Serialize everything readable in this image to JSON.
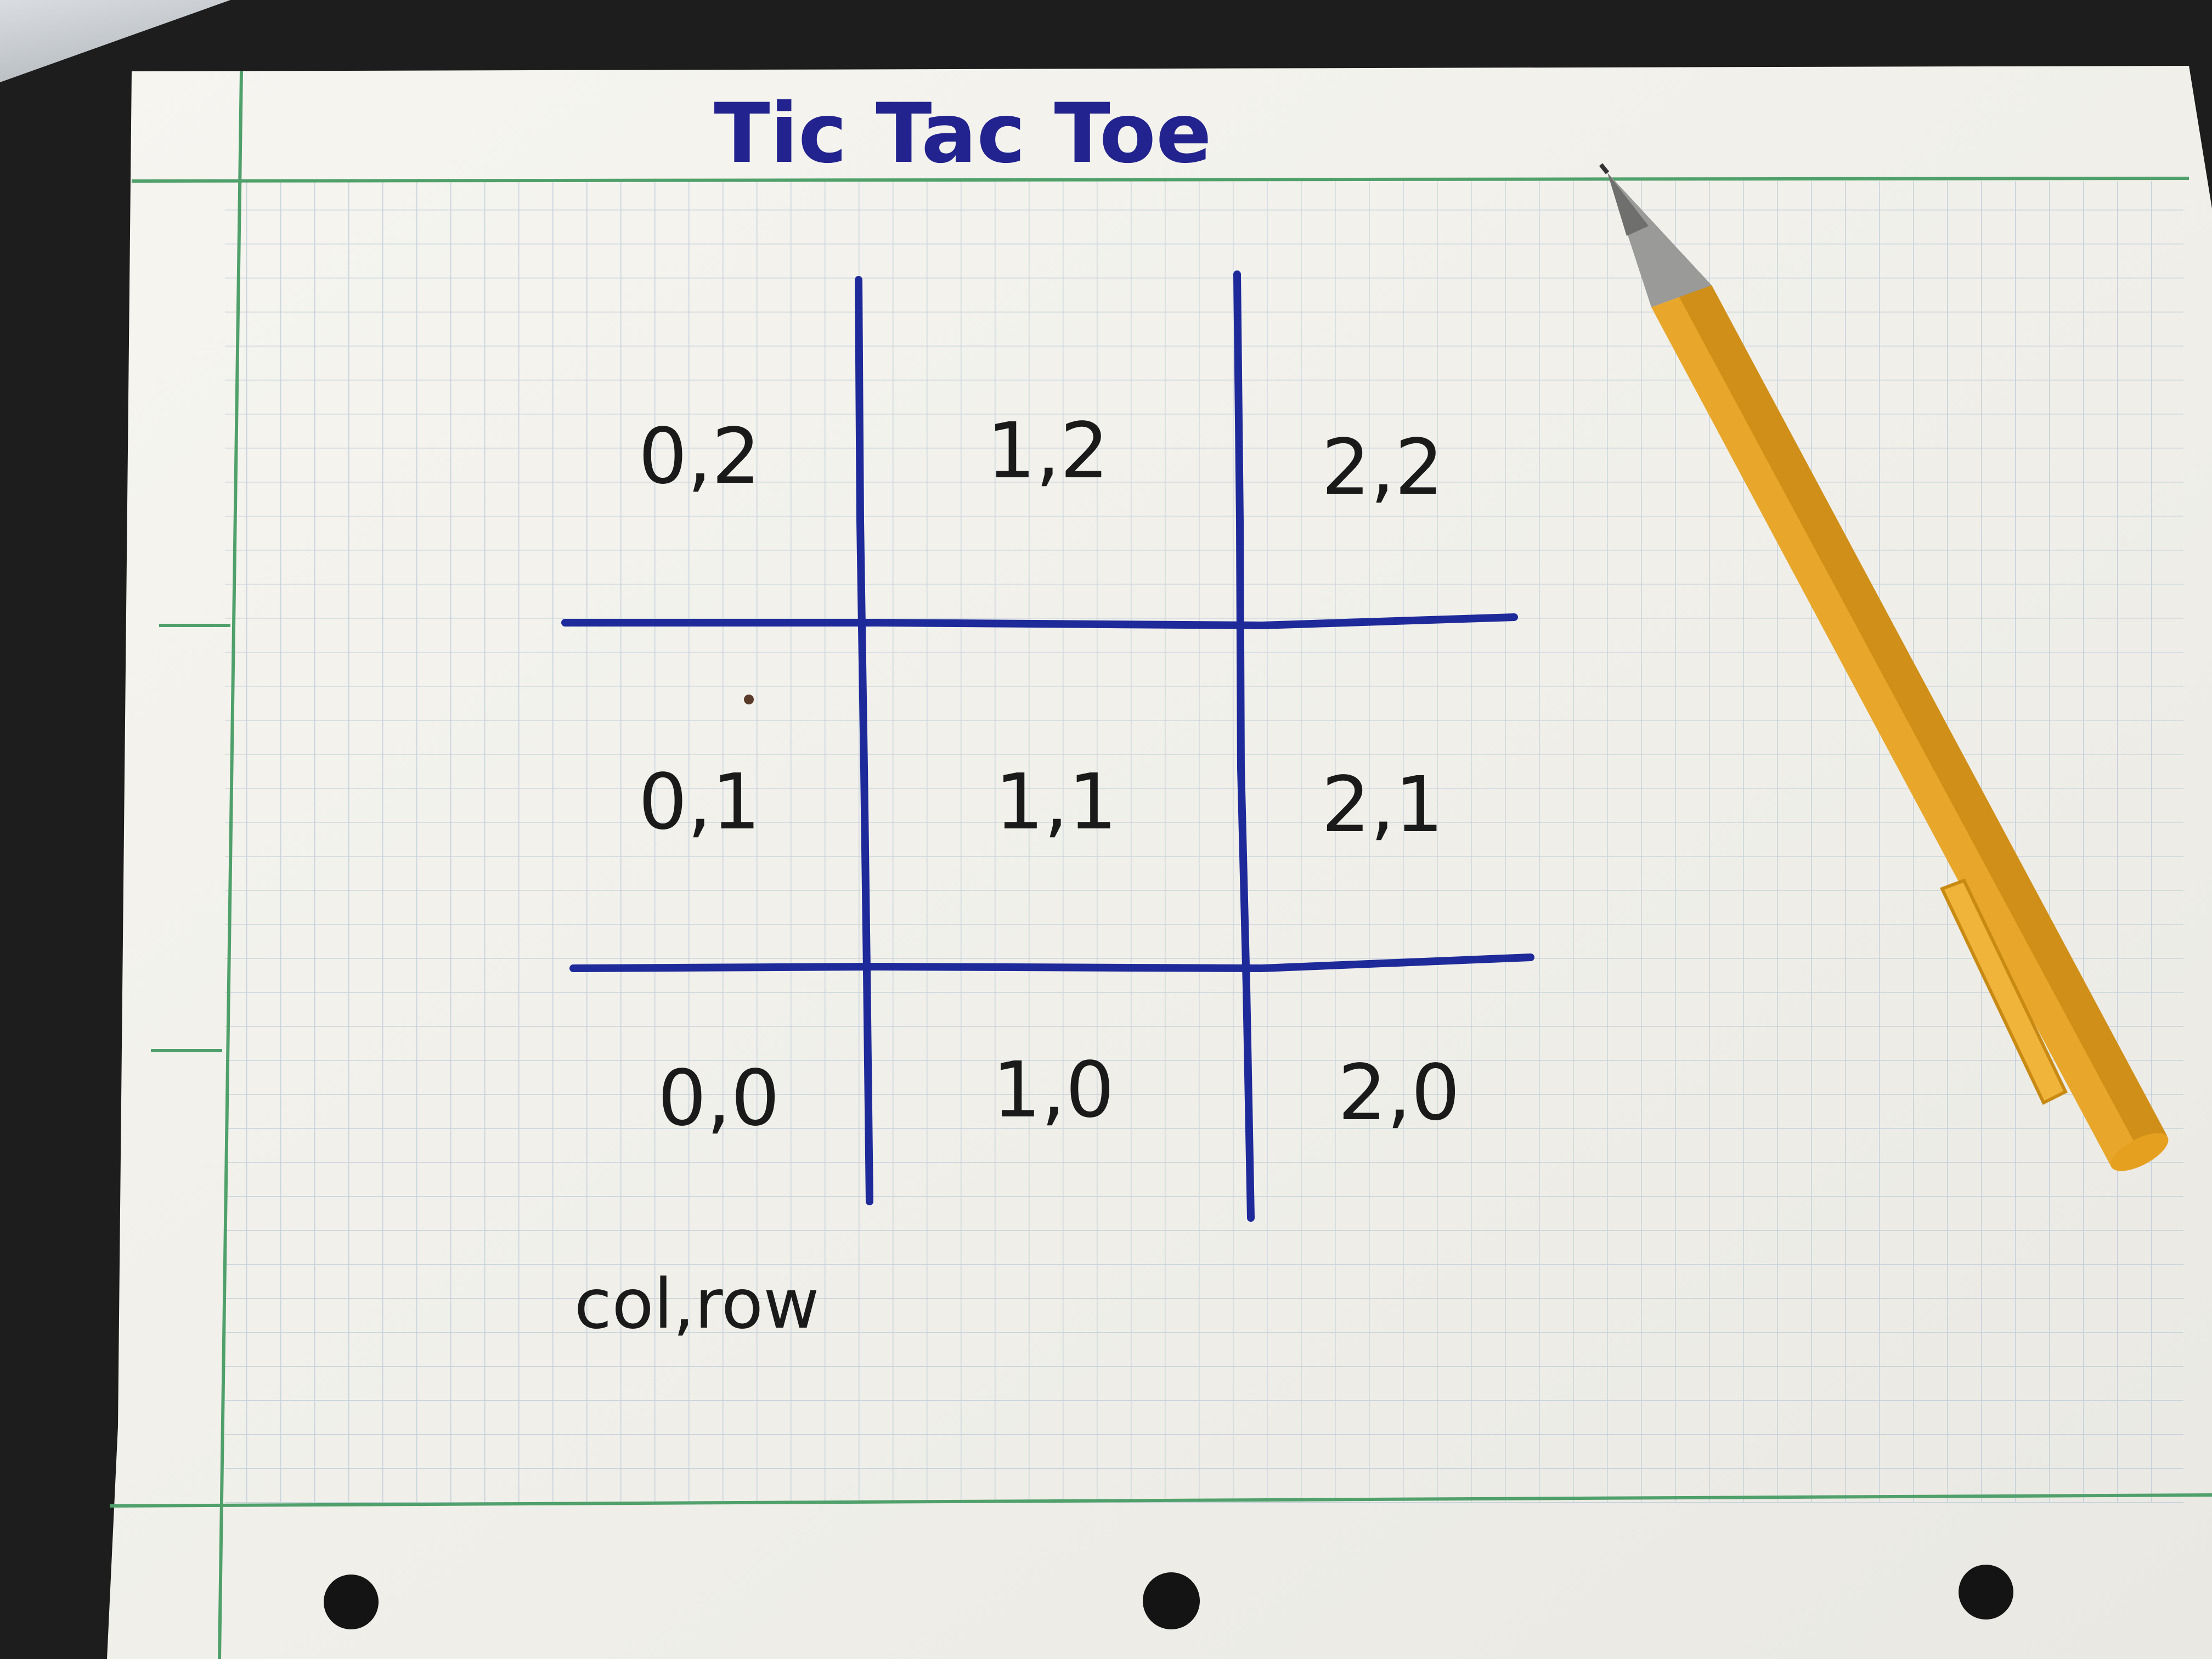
{
  "sheet": {
    "title": "Tic Tac Toe",
    "legend": "col,row",
    "paper_color": "#f3f2ec",
    "grid_color": "#b9c8d4",
    "margin_line_color": "#4fa06a",
    "ink_color": "#1e2a9a"
  },
  "board": {
    "cells": [
      {
        "label": "0,2"
      },
      {
        "label": "1,2"
      },
      {
        "label": "2,2"
      },
      {
        "label": "0,1"
      },
      {
        "label": "1,1"
      },
      {
        "label": "2,1"
      },
      {
        "label": "0,0"
      },
      {
        "label": "1,0"
      },
      {
        "label": "2,0"
      }
    ]
  },
  "objects": {
    "pencil": {
      "name": "pencil-icon",
      "color": "#e8a72a"
    },
    "holes": 3
  }
}
